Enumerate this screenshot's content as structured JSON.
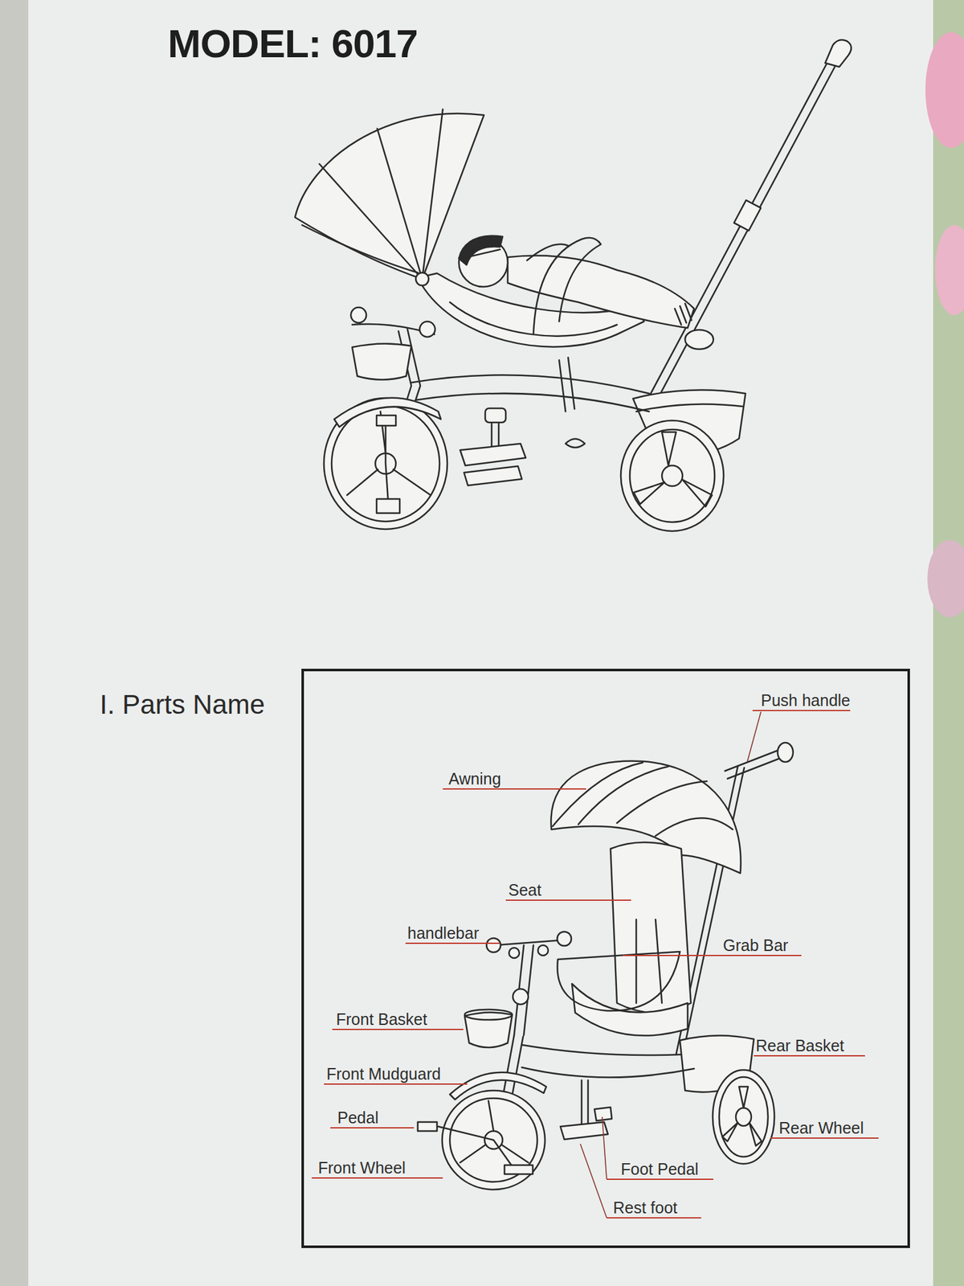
{
  "diagram": {
    "title": "MODEL: 6017",
    "nodes": [
      {
        "text": [
          "I. Parts Name"
        ]
      }
    ],
    "labels": [
      "Push handle",
      "Awning",
      "Seat",
      "handlebar",
      "Grab Bar",
      "Front Basket",
      "Rear Basket",
      "Front Mudguard",
      "Pedal",
      "Rear Wheel",
      "Front Wheel",
      "Foot Pedal",
      "Rest foot"
    ]
  }
}
